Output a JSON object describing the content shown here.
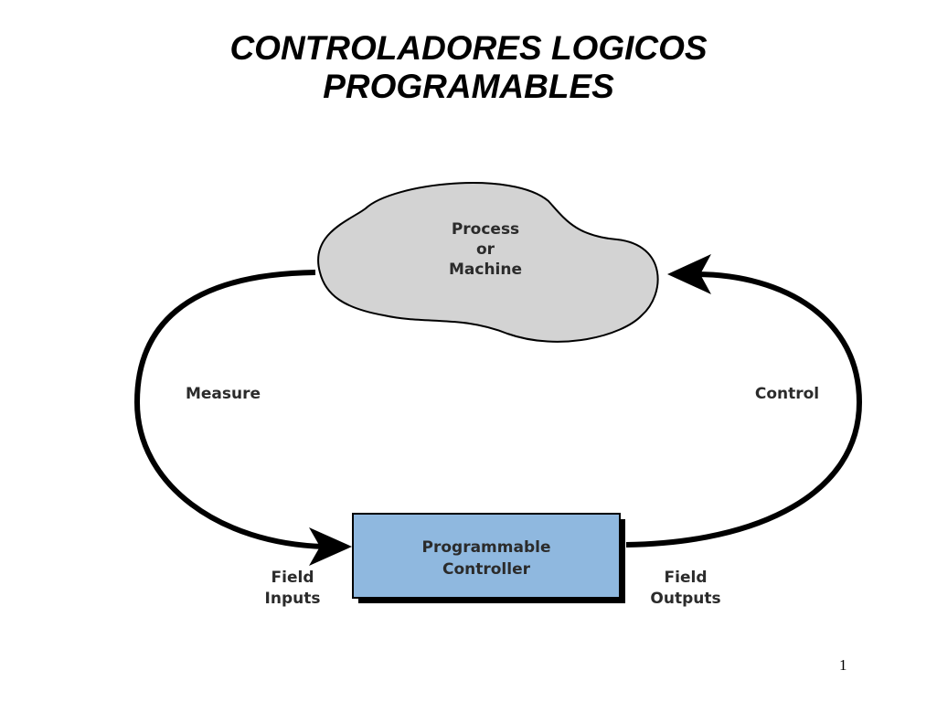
{
  "slide": {
    "title_line1": "CONTROLADORES LOGICOS",
    "title_line2": "PROGRAMABLES",
    "page_number": "1"
  },
  "diagram": {
    "process": {
      "line1": "Process",
      "line2": "or",
      "line3": "Machine"
    },
    "controller": {
      "line1": "Programmable",
      "line2": "Controller"
    },
    "measure_label": "Measure",
    "control_label": "Control",
    "field_inputs": {
      "line1": "Field",
      "line2": "Inputs"
    },
    "field_outputs": {
      "line1": "Field",
      "line2": "Outputs"
    }
  },
  "colors": {
    "cloud_fill": "#d3d3d3",
    "controller_fill": "#8fb8df",
    "stroke": "#000000"
  }
}
